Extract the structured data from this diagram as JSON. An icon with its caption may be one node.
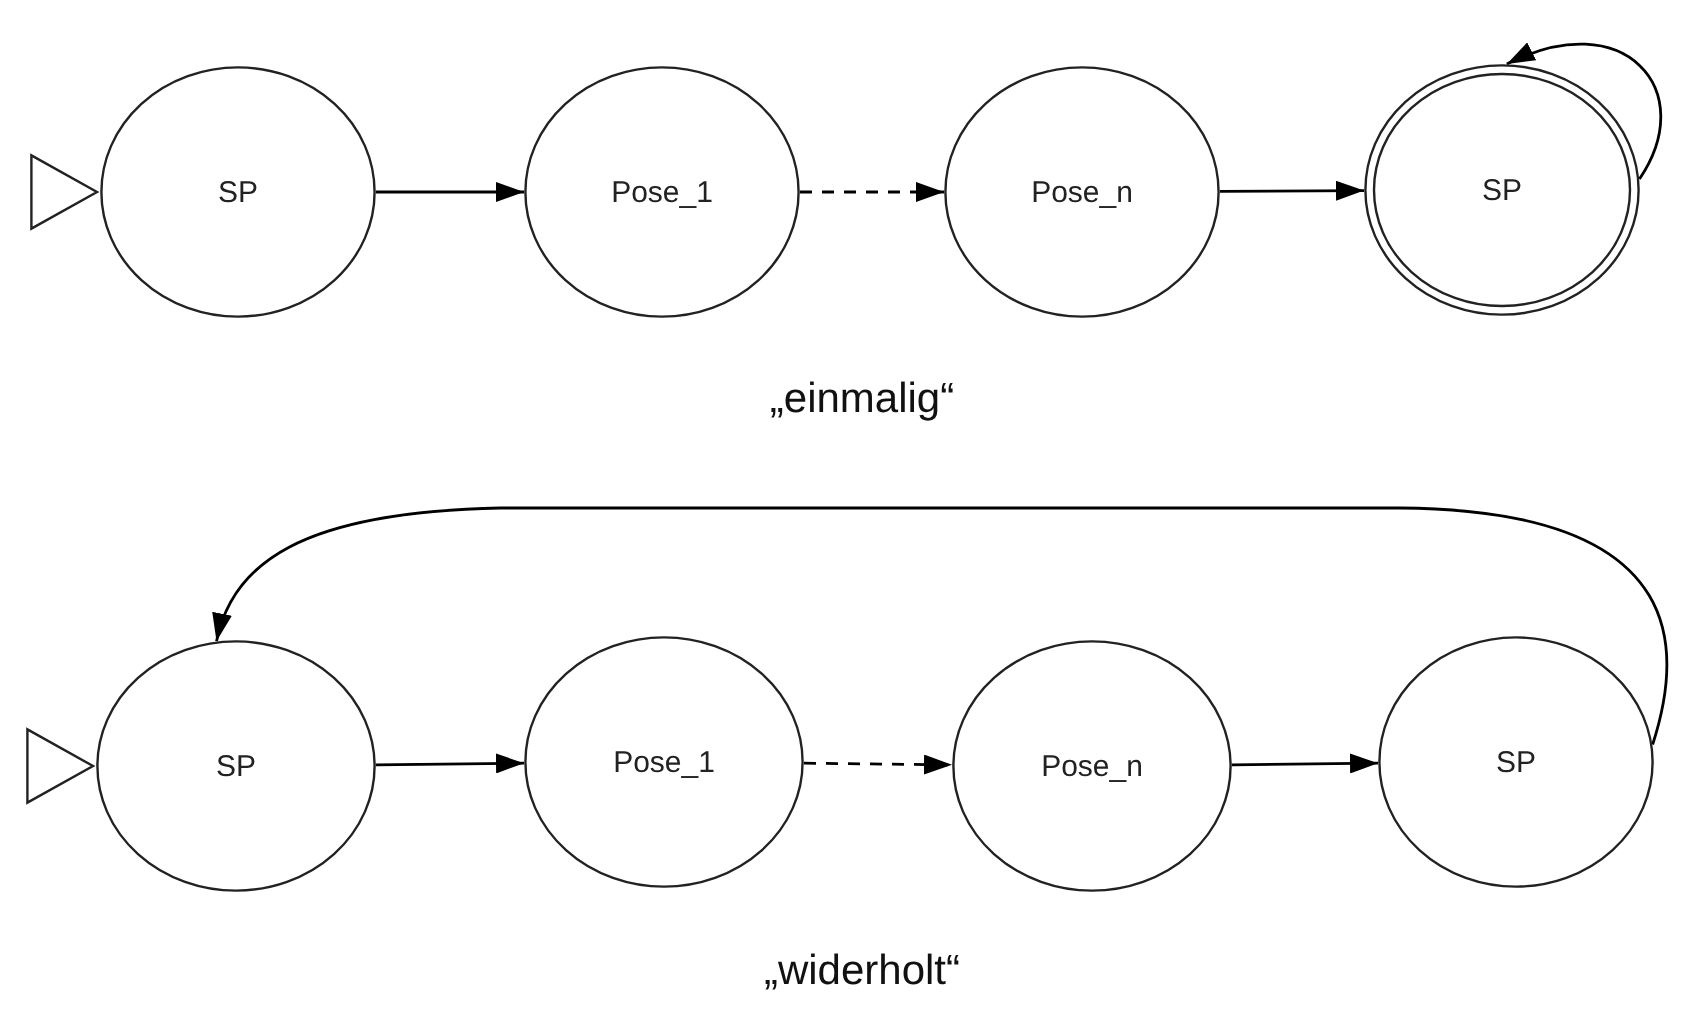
{
  "diagram": {
    "nodes": [
      {
        "text": [],
        "shape": "triangle"
      },
      {
        "text": [
          "SP"
        ]
      },
      {
        "text": [
          "Pose_1"
        ]
      },
      {
        "text": [
          "Pose_n"
        ]
      },
      {
        "text": [
          "SP"
        ]
      },
      {
        "text": [],
        "shape": "triangle"
      },
      {
        "text": [
          "SP"
        ]
      },
      {
        "text": [
          "Pose_1"
        ]
      },
      {
        "text": [
          "Pose_n"
        ]
      },
      {
        "text": [
          "SP"
        ]
      }
    ],
    "edges": [
      {
        "from": 1,
        "to": 2,
        "arrow": "to"
      },
      {
        "from": 2,
        "to": 3,
        "arrow": "to",
        "style": "dashed"
      },
      {
        "from": 3,
        "to": 4,
        "arrow": "to"
      },
      {
        "from": 4,
        "to": 4,
        "arrow": "to"
      },
      {
        "from": 6,
        "to": 7,
        "arrow": "to"
      },
      {
        "from": 7,
        "to": 8,
        "arrow": "to",
        "style": "dashed"
      },
      {
        "from": 8,
        "to": 9,
        "arrow": "to"
      },
      {
        "from": 9,
        "to": 6,
        "arrow": "to"
      }
    ],
    "labels": [
      "„einmalig“",
      "„widerholt“"
    ]
  }
}
